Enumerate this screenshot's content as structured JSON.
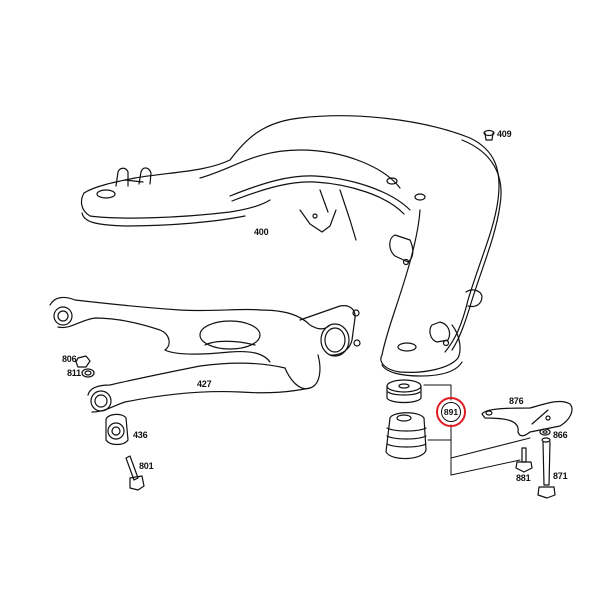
{
  "diagram": {
    "type": "exploded parts diagram - rear axle subframe and control arm",
    "colors": {
      "line": "#111111",
      "background": "#ffffff",
      "highlight": "#e01a22"
    },
    "highlighted_part": "891",
    "parts": [
      {
        "id": "400",
        "name": "subframe",
        "label": "400"
      },
      {
        "id": "409",
        "name": "plug",
        "label": "409"
      },
      {
        "id": "427",
        "name": "control-arm",
        "label": "427"
      },
      {
        "id": "806",
        "name": "nut",
        "label": "806"
      },
      {
        "id": "811",
        "name": "washer",
        "label": "811"
      },
      {
        "id": "436",
        "name": "bushing",
        "label": "436"
      },
      {
        "id": "801",
        "name": "bolt",
        "label": "801"
      },
      {
        "id": "876",
        "name": "bracket-plate",
        "label": "876"
      },
      {
        "id": "866",
        "name": "washer",
        "label": "866"
      },
      {
        "id": "881",
        "name": "bolt",
        "label": "881"
      },
      {
        "id": "871",
        "name": "long-bolt",
        "label": "871"
      },
      {
        "id": "891",
        "name": "subframe-mount-kit",
        "label": "891"
      }
    ]
  }
}
